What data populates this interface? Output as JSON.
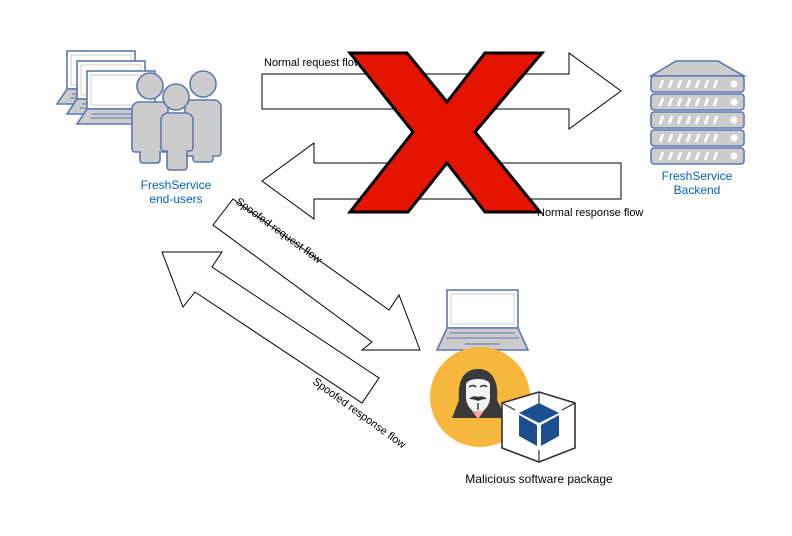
{
  "colors": {
    "icon_fill": "#cccccc",
    "icon_stroke": "#5b79b0",
    "node_label": "#0063be",
    "cross_fill": "#e51400",
    "cross_stroke": "#000000",
    "attacker_circle": "#f6b73c",
    "package_blue": "#1c4f8f",
    "package_stroke": "#333333"
  },
  "nodes": {
    "end_users": {
      "label_line1": "FreshService",
      "label_line2": "end-users",
      "icon": "users-with-laptops-icon"
    },
    "backend": {
      "label_line1": "FreshService",
      "label_line2": "Backend",
      "icon": "server-rack-icon"
    },
    "malicious": {
      "label": "Malicious software package",
      "icons": [
        "laptop-icon",
        "hacker-icon",
        "package-cube-icon"
      ]
    }
  },
  "flows": {
    "normal_request": "Normal request flow",
    "normal_response": "Normal response flow",
    "spoofed_request": "Spoofed request flow",
    "spoofed_response": "Spoofed response flow"
  },
  "blocked_marker": {
    "icon": "red-x-icon",
    "meaning": "normal flow blocked"
  }
}
